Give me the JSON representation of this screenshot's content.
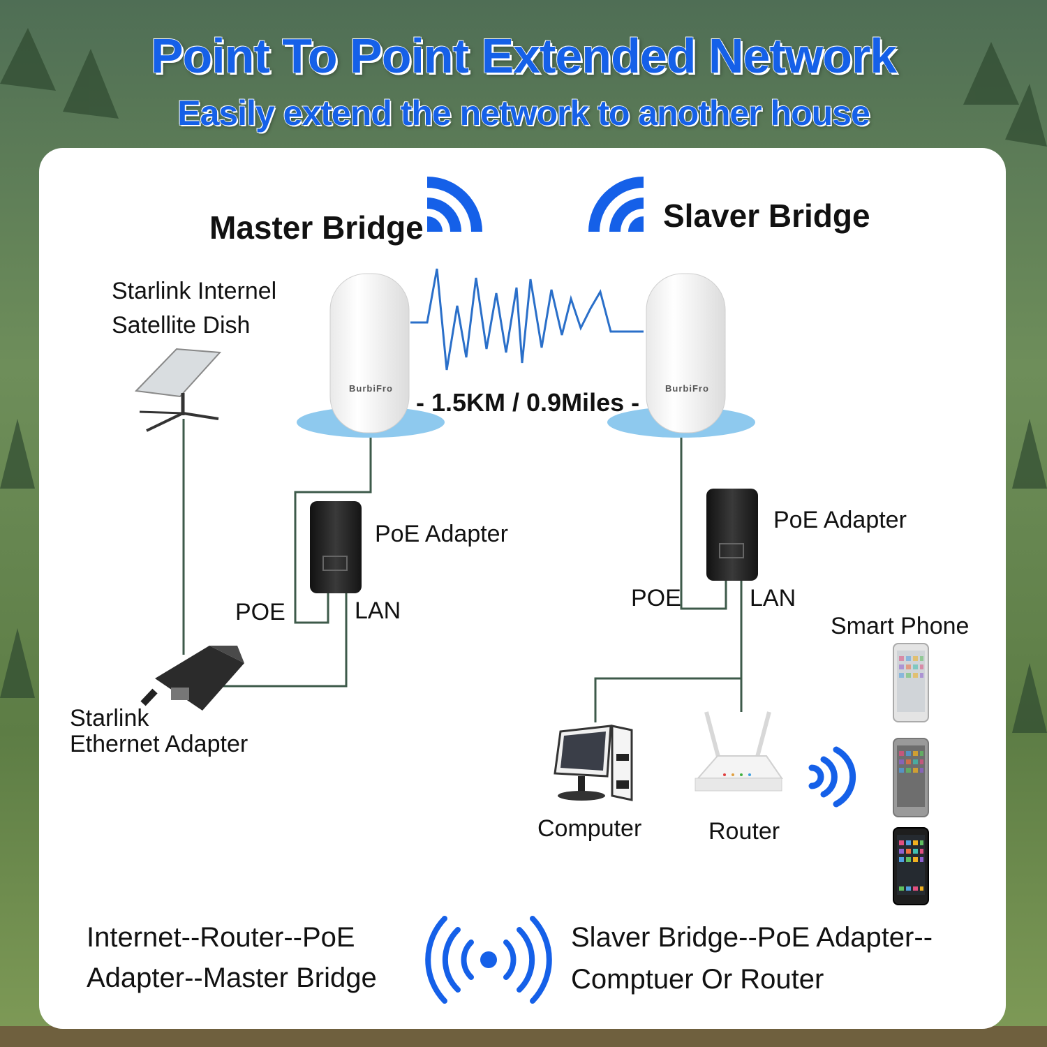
{
  "header": {
    "title": "Point To Point Extended Network",
    "subtitle": "Easily extend the network to another house"
  },
  "bridges": {
    "master_label": "Master Bridge",
    "slaver_label": "Slaver Bridge",
    "brand": "BurbiFro",
    "distance": "-  1.5KM / 0.9Miles -"
  },
  "left_side": {
    "dish_label_line1": "Starlink Internel",
    "dish_label_line2": "Satellite Dish",
    "poe_adapter_label": "PoE Adapter",
    "poe_port": "POE",
    "lan_port": "LAN",
    "ethernet_adapter_line1": "Starlink",
    "ethernet_adapter_line2": "Ethernet Adapter"
  },
  "right_side": {
    "poe_adapter_label": "PoE Adapter",
    "poe_port": "POE",
    "lan_port": "LAN",
    "smart_phone_label": "Smart Phone",
    "computer_label": "Computer",
    "router_label": "Router"
  },
  "footer": {
    "left_line1": "Internet--Router--PoE",
    "left_line2": "Adapter--Master Bridge",
    "right_line1": "Slaver Bridge--PoE Adapter--",
    "right_line2": "Comptuer Or Router"
  },
  "colors": {
    "accent_blue": "#1560e8",
    "line_color": "#3d5a4a",
    "signal_color": "#2a6fc9",
    "base_disc": "#8ec9ee"
  },
  "icons": [
    "wifi-icon",
    "broadcast-icon",
    "satellite-dish-icon",
    "poe-adapter-icon",
    "computer-icon",
    "router-icon",
    "smartphone-icon"
  ]
}
